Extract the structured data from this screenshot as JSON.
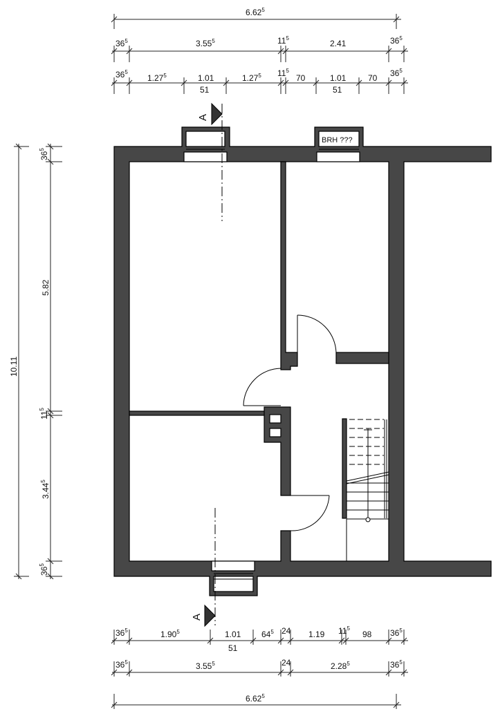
{
  "drawing": {
    "type": "floor-plan",
    "section_marker": "A",
    "window_label": "BRH ???",
    "colors": {
      "wall": "#474747",
      "line": "#000000",
      "background": "#ffffff"
    }
  },
  "dimensions": {
    "top": {
      "row1": [
        {
          "main": "6.62",
          "sup": "5"
        }
      ],
      "row2": [
        {
          "main": "36",
          "sup": "5"
        },
        {
          "main": "3.55",
          "sup": "5"
        },
        {
          "main": "11",
          "sup": "5"
        },
        {
          "main": "2.41",
          "sup": ""
        },
        {
          "main": "36",
          "sup": "5"
        }
      ],
      "row3": [
        {
          "main": "36",
          "sup": "5"
        },
        {
          "main": "1.27",
          "sup": "5"
        },
        {
          "main": "1.01",
          "sup": "",
          "sub": "51"
        },
        {
          "main": "1.27",
          "sup": "5"
        },
        {
          "main": "11",
          "sup": "5"
        },
        {
          "main": "70",
          "sup": ""
        },
        {
          "main": "1.01",
          "sup": "",
          "sub": "51"
        },
        {
          "main": "70",
          "sup": ""
        },
        {
          "main": "36",
          "sup": "5"
        }
      ]
    },
    "left": {
      "total": {
        "main": "10.11",
        "sup": ""
      },
      "segments": [
        {
          "main": "36",
          "sup": "5"
        },
        {
          "main": "5.82",
          "sup": ""
        },
        {
          "main": "11",
          "sup": "5"
        },
        {
          "main": "3.44",
          "sup": "5"
        },
        {
          "main": "36",
          "sup": "5"
        }
      ]
    },
    "bottom": {
      "row1": [
        {
          "main": "36",
          "sup": "5"
        },
        {
          "main": "1.90",
          "sup": "5"
        },
        {
          "main": "1.01",
          "sup": "",
          "sub": "51"
        },
        {
          "main": "64",
          "sup": "5"
        },
        {
          "main": "24",
          "sup": ""
        },
        {
          "main": "1.19",
          "sup": ""
        },
        {
          "main": "11",
          "sup": "5"
        },
        {
          "main": "98",
          "sup": ""
        },
        {
          "main": "36",
          "sup": "5"
        }
      ],
      "row2": [
        {
          "main": "36",
          "sup": "5"
        },
        {
          "main": "3.55",
          "sup": "5"
        },
        {
          "main": "24",
          "sup": ""
        },
        {
          "main": "2.28",
          "sup": "5"
        },
        {
          "main": "36",
          "sup": "5"
        }
      ],
      "row3": [
        {
          "main": "6.62",
          "sup": "5"
        }
      ]
    }
  }
}
